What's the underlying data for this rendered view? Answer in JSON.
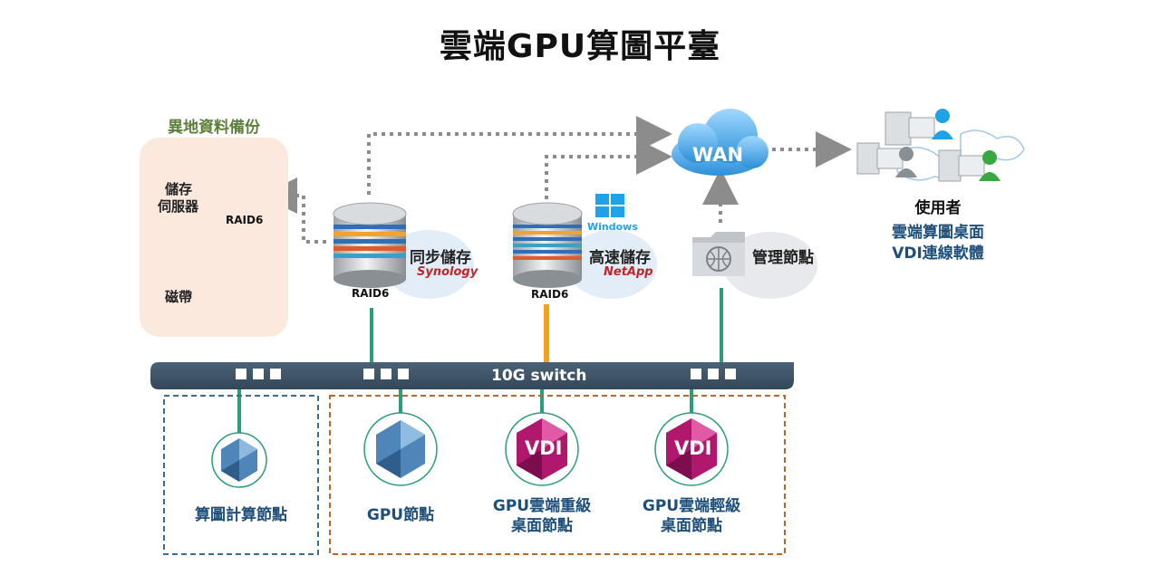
{
  "title": "雲端GPU算圖平臺",
  "offsite_backup": {
    "title": "異地資料備份",
    "storage_server_label_line1": "儲存",
    "storage_server_label_line2": "伺服器",
    "storage_raid": "RAID6",
    "tape_label": "磁帶"
  },
  "sync_storage": {
    "label": "同步儲存",
    "brand": "Synology",
    "raid": "RAID6"
  },
  "fast_storage": {
    "label": "高速儲存",
    "brand": "NetApp",
    "raid": "RAID6",
    "os_badge": "Windows"
  },
  "wan": {
    "label": "WAN"
  },
  "management_node": {
    "label": "管理節點"
  },
  "users": {
    "title": "使用者",
    "line1": "雲端算圖桌面",
    "line2": "VDI連線軟體"
  },
  "switch": {
    "label": "10G switch"
  },
  "nodes": [
    {
      "line1": "算圖計算節點",
      "line2": ""
    },
    {
      "line1": "GPU節點",
      "line2": ""
    },
    {
      "line1": "GPU雲端重級",
      "line2": "桌面節點",
      "badge": "VDI"
    },
    {
      "line1": "GPU雲端輕級",
      "line2": "桌面節點",
      "badge": "VDI"
    }
  ],
  "colors": {
    "switch_bar": "#3e5363",
    "link_green": "#2a9d7a",
    "link_orange": "#f5a21a",
    "dotted_arrow": "#8c8c8c",
    "offsite_bg": "#fbe9dd",
    "node_label": "#1d4f7a",
    "box_blue_dashed": "#3b6d8c",
    "box_orange_dashed": "#b8662a",
    "vdi_magenta": "#b0186e",
    "gem_blue": "#4f86b9"
  }
}
